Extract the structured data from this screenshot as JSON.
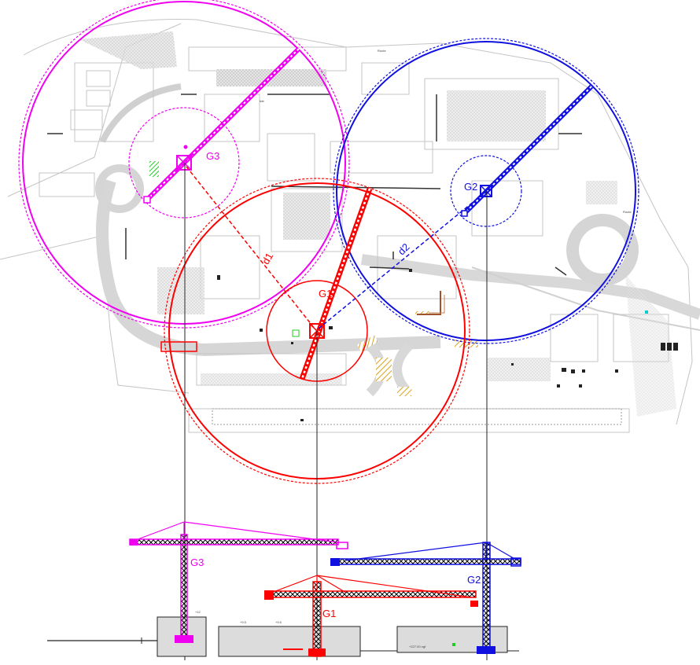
{
  "cranes": [
    {
      "id": "g1",
      "label": "G1",
      "color": "#ff0000"
    },
    {
      "id": "g2",
      "label": "G2",
      "color": "#1010e0"
    },
    {
      "id": "g3",
      "label": "G3",
      "color": "#f000f0"
    }
  ],
  "distances": [
    {
      "id": "d1",
      "label": "d1",
      "from": "G1",
      "to": "G3"
    },
    {
      "id": "d2",
      "label": "d2",
      "from": "G1",
      "to": "G2"
    }
  ],
  "elevation_labels": {
    "g1": "G1",
    "g2": "G2",
    "g3": "G3"
  },
  "colors": {
    "site_plan": "#c8c8c8",
    "hatch": "#d9a21a",
    "green": "#22cc22",
    "cyan": "#00cccc"
  }
}
